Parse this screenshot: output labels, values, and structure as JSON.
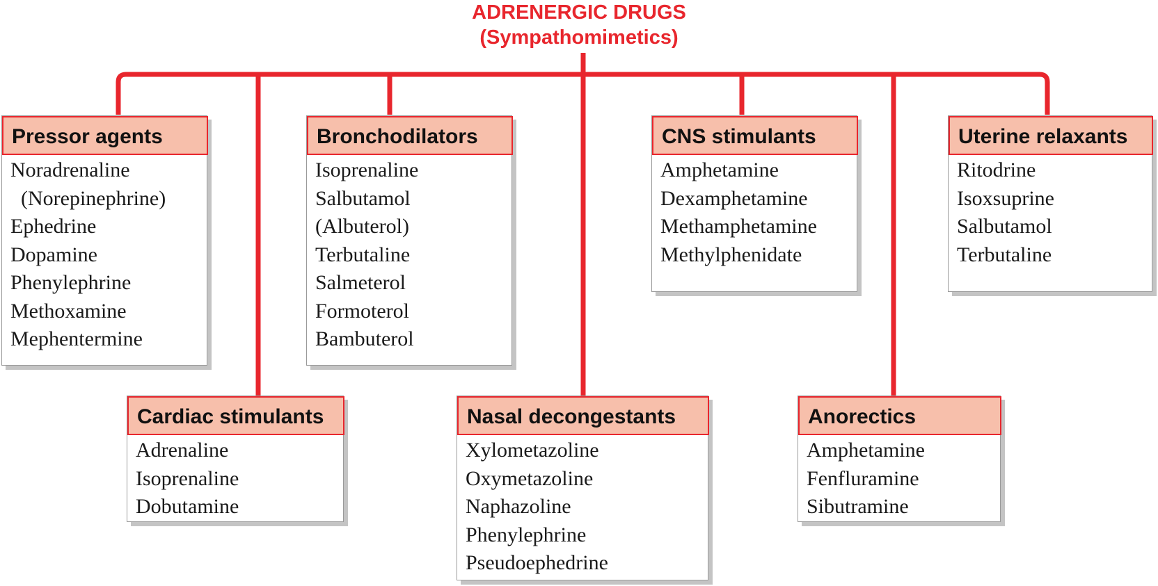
{
  "title": {
    "line1": "ADRENERGIC DRUGS",
    "line2": "(Sympathomimetics)"
  },
  "colors": {
    "connector": "#e8262d",
    "header_fill": "#f7bfab",
    "header_border": "#e8262d"
  },
  "categories": [
    {
      "heading": "Pressor agents",
      "drugs": [
        "Noradrenaline",
        "  (Norepinephrine)",
        "Ephedrine",
        "Dopamine",
        "Phenylephrine",
        "Methoxamine",
        "Mephentermine"
      ]
    },
    {
      "heading": "Cardiac stimulants",
      "drugs": [
        "Adrenaline",
        "Isoprenaline",
        "Dobutamine"
      ]
    },
    {
      "heading": "Bronchodilators",
      "drugs": [
        "Isoprenaline",
        "Salbutamol",
        "(Albuterol)",
        "Terbutaline",
        "Salmeterol",
        "Formoterol",
        "Bambuterol"
      ]
    },
    {
      "heading": "Nasal decongestants",
      "drugs": [
        "Xylometazoline",
        "Oxymetazoline",
        "Naphazoline",
        "Phenylephrine",
        "Pseudoephedrine"
      ]
    },
    {
      "heading": "CNS stimulants",
      "drugs": [
        "Amphetamine",
        "Dexamphetamine",
        "Methamphetamine",
        "Methylphenidate"
      ]
    },
    {
      "heading": "Anorectics",
      "drugs": [
        "Amphetamine",
        "Fenfluramine",
        "Sibutramine"
      ]
    },
    {
      "heading": "Uterine relaxants",
      "drugs": [
        "Ritodrine",
        "Isoxsuprine",
        "Salbutamol",
        "Terbutaline"
      ]
    }
  ]
}
